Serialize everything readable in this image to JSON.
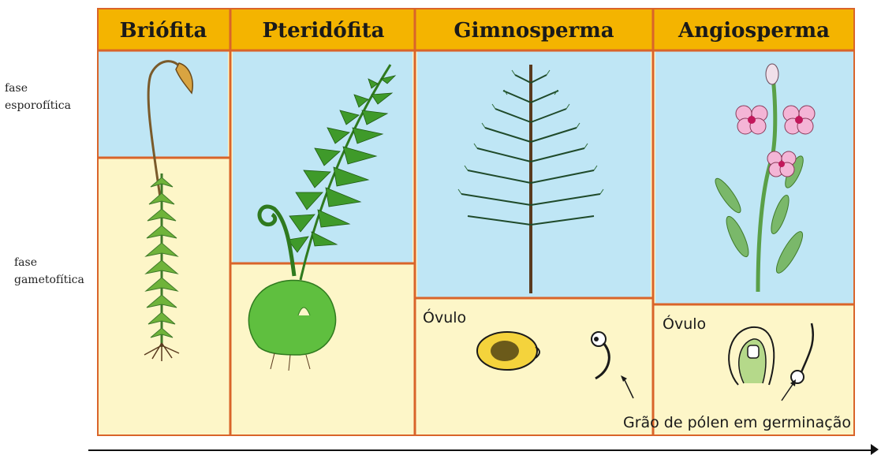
{
  "side_labels": {
    "sporophytic_1": "fase",
    "sporophytic_2": "esporofítica",
    "gametophytic_1": "fase",
    "gametophytic_2": "gametofítica"
  },
  "columns": [
    {
      "title": "Briófita",
      "sub": ""
    },
    {
      "title": "Pteridófita",
      "sub": ""
    },
    {
      "title": "Gimnosperma",
      "sub": "Óvulo"
    },
    {
      "title": "Angiosperma",
      "sub": "Óvulo"
    }
  ],
  "pollen_caption": "Grão de pólen em germinação",
  "colors": {
    "header": "#f4b400",
    "sky": "#bfe6f5",
    "ground": "#fdf6c8",
    "divider": "#d9642a",
    "leaf": "#4aa33a",
    "stem": "#5a3a1e",
    "flower": "#f4b5d6"
  }
}
